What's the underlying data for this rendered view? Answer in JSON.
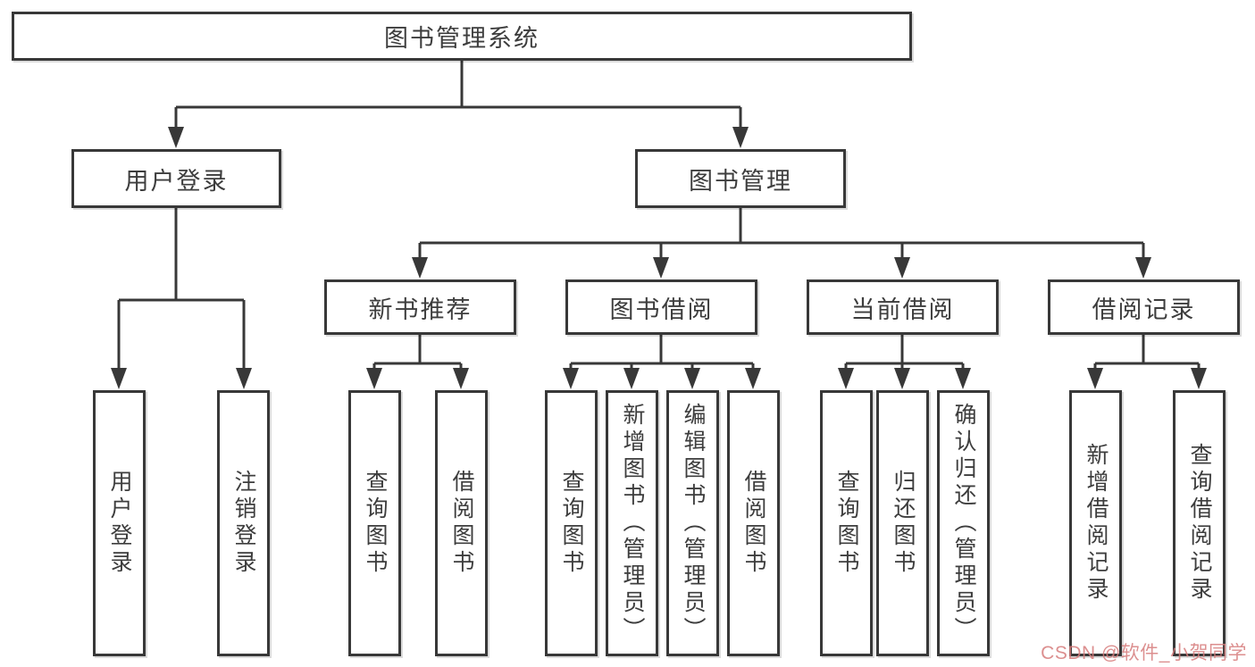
{
  "diagram": {
    "root_label": "图书管理系统",
    "level2": {
      "user_login": "用户登录",
      "book_mgmt": "图书管理"
    },
    "level3": {
      "new_books": "新书推荐",
      "book_borrow": "图书借阅",
      "current_borrow": "当前借阅",
      "borrow_records": "借阅记录"
    },
    "leaves": {
      "user_login": [
        "用户登录",
        "注销登录"
      ],
      "new_books": [
        "查询图书",
        "借阅图书"
      ],
      "book_borrow": [
        "查询图书",
        "新增图书（管理员）",
        "编辑图书（管理员）",
        "借阅图书"
      ],
      "current_borrow": [
        "查询图书",
        "归还图书",
        "确认归还（管理员）"
      ],
      "borrow_records": [
        "新增借阅记录",
        "查询借阅记录"
      ]
    },
    "watermark": "CSDN @软件_小贺同学",
    "colors": {
      "line": "#383838",
      "box_border": "#383838",
      "text": "#3d3d3d",
      "background": "#ffffff",
      "watermark": "#d67b7b"
    }
  }
}
